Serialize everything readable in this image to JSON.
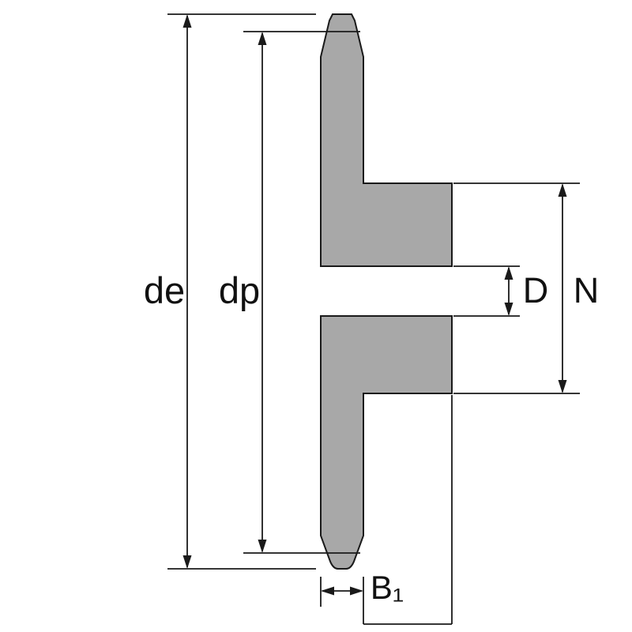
{
  "diagram": {
    "type": "sprocket-cross-section-dimension-drawing",
    "labels": {
      "outer_diameter": "de",
      "pitch_diameter": "dp",
      "bore_diameter": "D",
      "hub_diameter": "N",
      "tooth_width": "B₁"
    },
    "colors": {
      "body_fill": "#a8a8a8",
      "line": "#1a1a1a",
      "background": "#ffffff"
    }
  }
}
